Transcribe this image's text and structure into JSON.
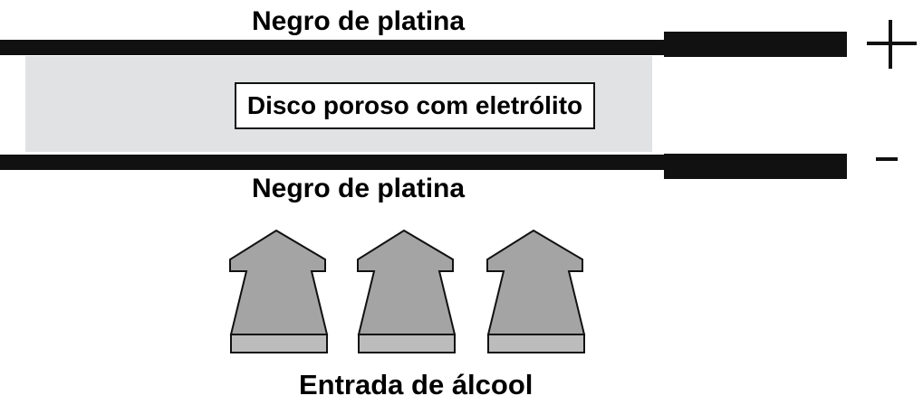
{
  "labels": {
    "top_electrode": "Negro de platina",
    "bottom_electrode": "Negro de platina",
    "disc": "Disco poroso com eletrólito",
    "inlet": "Entrada de álcool"
  },
  "terminals": {
    "positive": "+",
    "negative": "-"
  },
  "colors": {
    "electrode": "#111111",
    "electrolyte_region": "#e1e2e4",
    "arrow_fill": "#a4a4a4",
    "arrow_base": "#bcbcbc",
    "outline": "#111111"
  },
  "arrows": {
    "count": 3
  }
}
